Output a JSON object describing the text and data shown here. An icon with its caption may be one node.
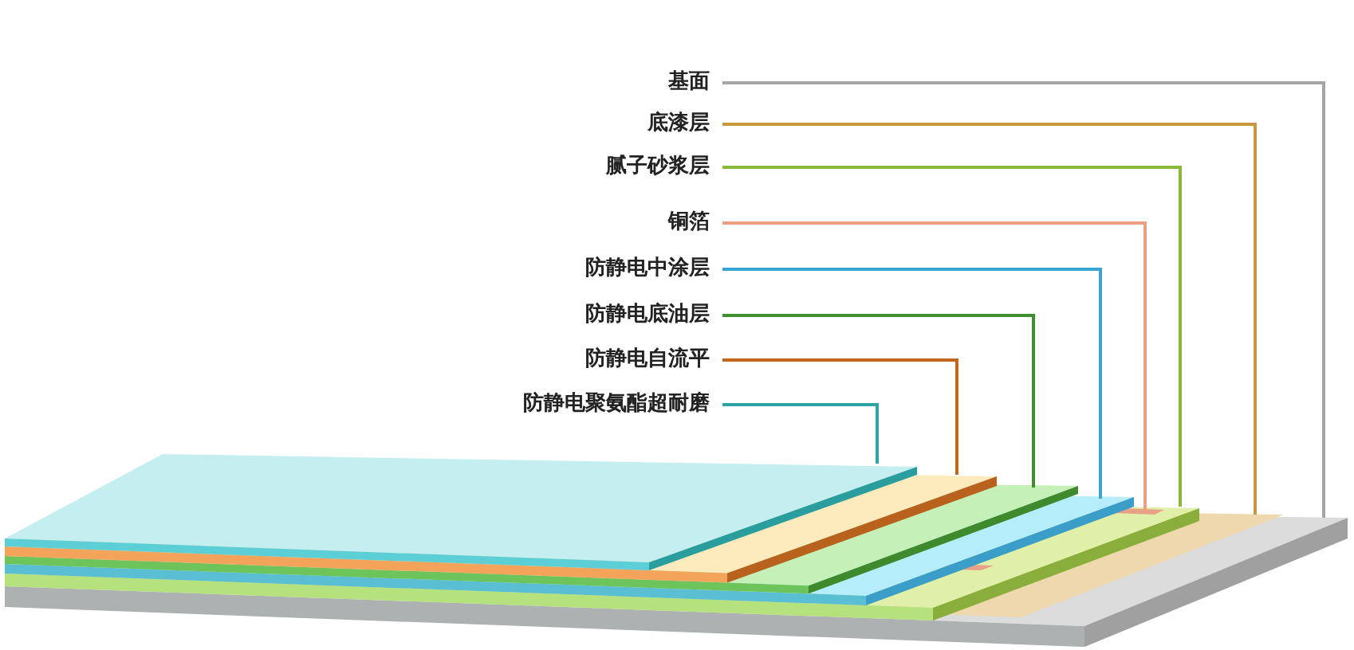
{
  "diagram": {
    "nodes": [
      {
        "text": [
          "基面"
        ]
      },
      {
        "text": [
          "底漆层"
        ]
      },
      {
        "text": [
          "腻子砂浆层"
        ]
      },
      {
        "text": [
          "铜箔"
        ]
      },
      {
        "text": [
          "防静电中涂层"
        ]
      },
      {
        "text": [
          "防静电底油层"
        ]
      },
      {
        "text": [
          "防静电自流平"
        ]
      },
      {
        "text": [
          "防静电聚氨酯超耐磨"
        ]
      }
    ],
    "edges": [
      {
        "from": 0,
        "to": null,
        "arrow": "none",
        "color": "#a6a6a6"
      },
      {
        "from": 1,
        "to": null,
        "arrow": "none",
        "color": "#c8973e"
      },
      {
        "from": 2,
        "to": null,
        "arrow": "none",
        "color": "#8ab83a"
      },
      {
        "from": 3,
        "to": null,
        "arrow": "none",
        "color": "#ee9e80"
      },
      {
        "from": 4,
        "to": null,
        "arrow": "none",
        "color": "#3aa3d0"
      },
      {
        "from": 5,
        "to": null,
        "arrow": "none",
        "color": "#3f8f2e"
      },
      {
        "from": 6,
        "to": null,
        "arrow": "none",
        "color": "#c0661e"
      },
      {
        "from": 7,
        "to": null,
        "arrow": "none",
        "color": "#2ea5a5"
      }
    ]
  }
}
